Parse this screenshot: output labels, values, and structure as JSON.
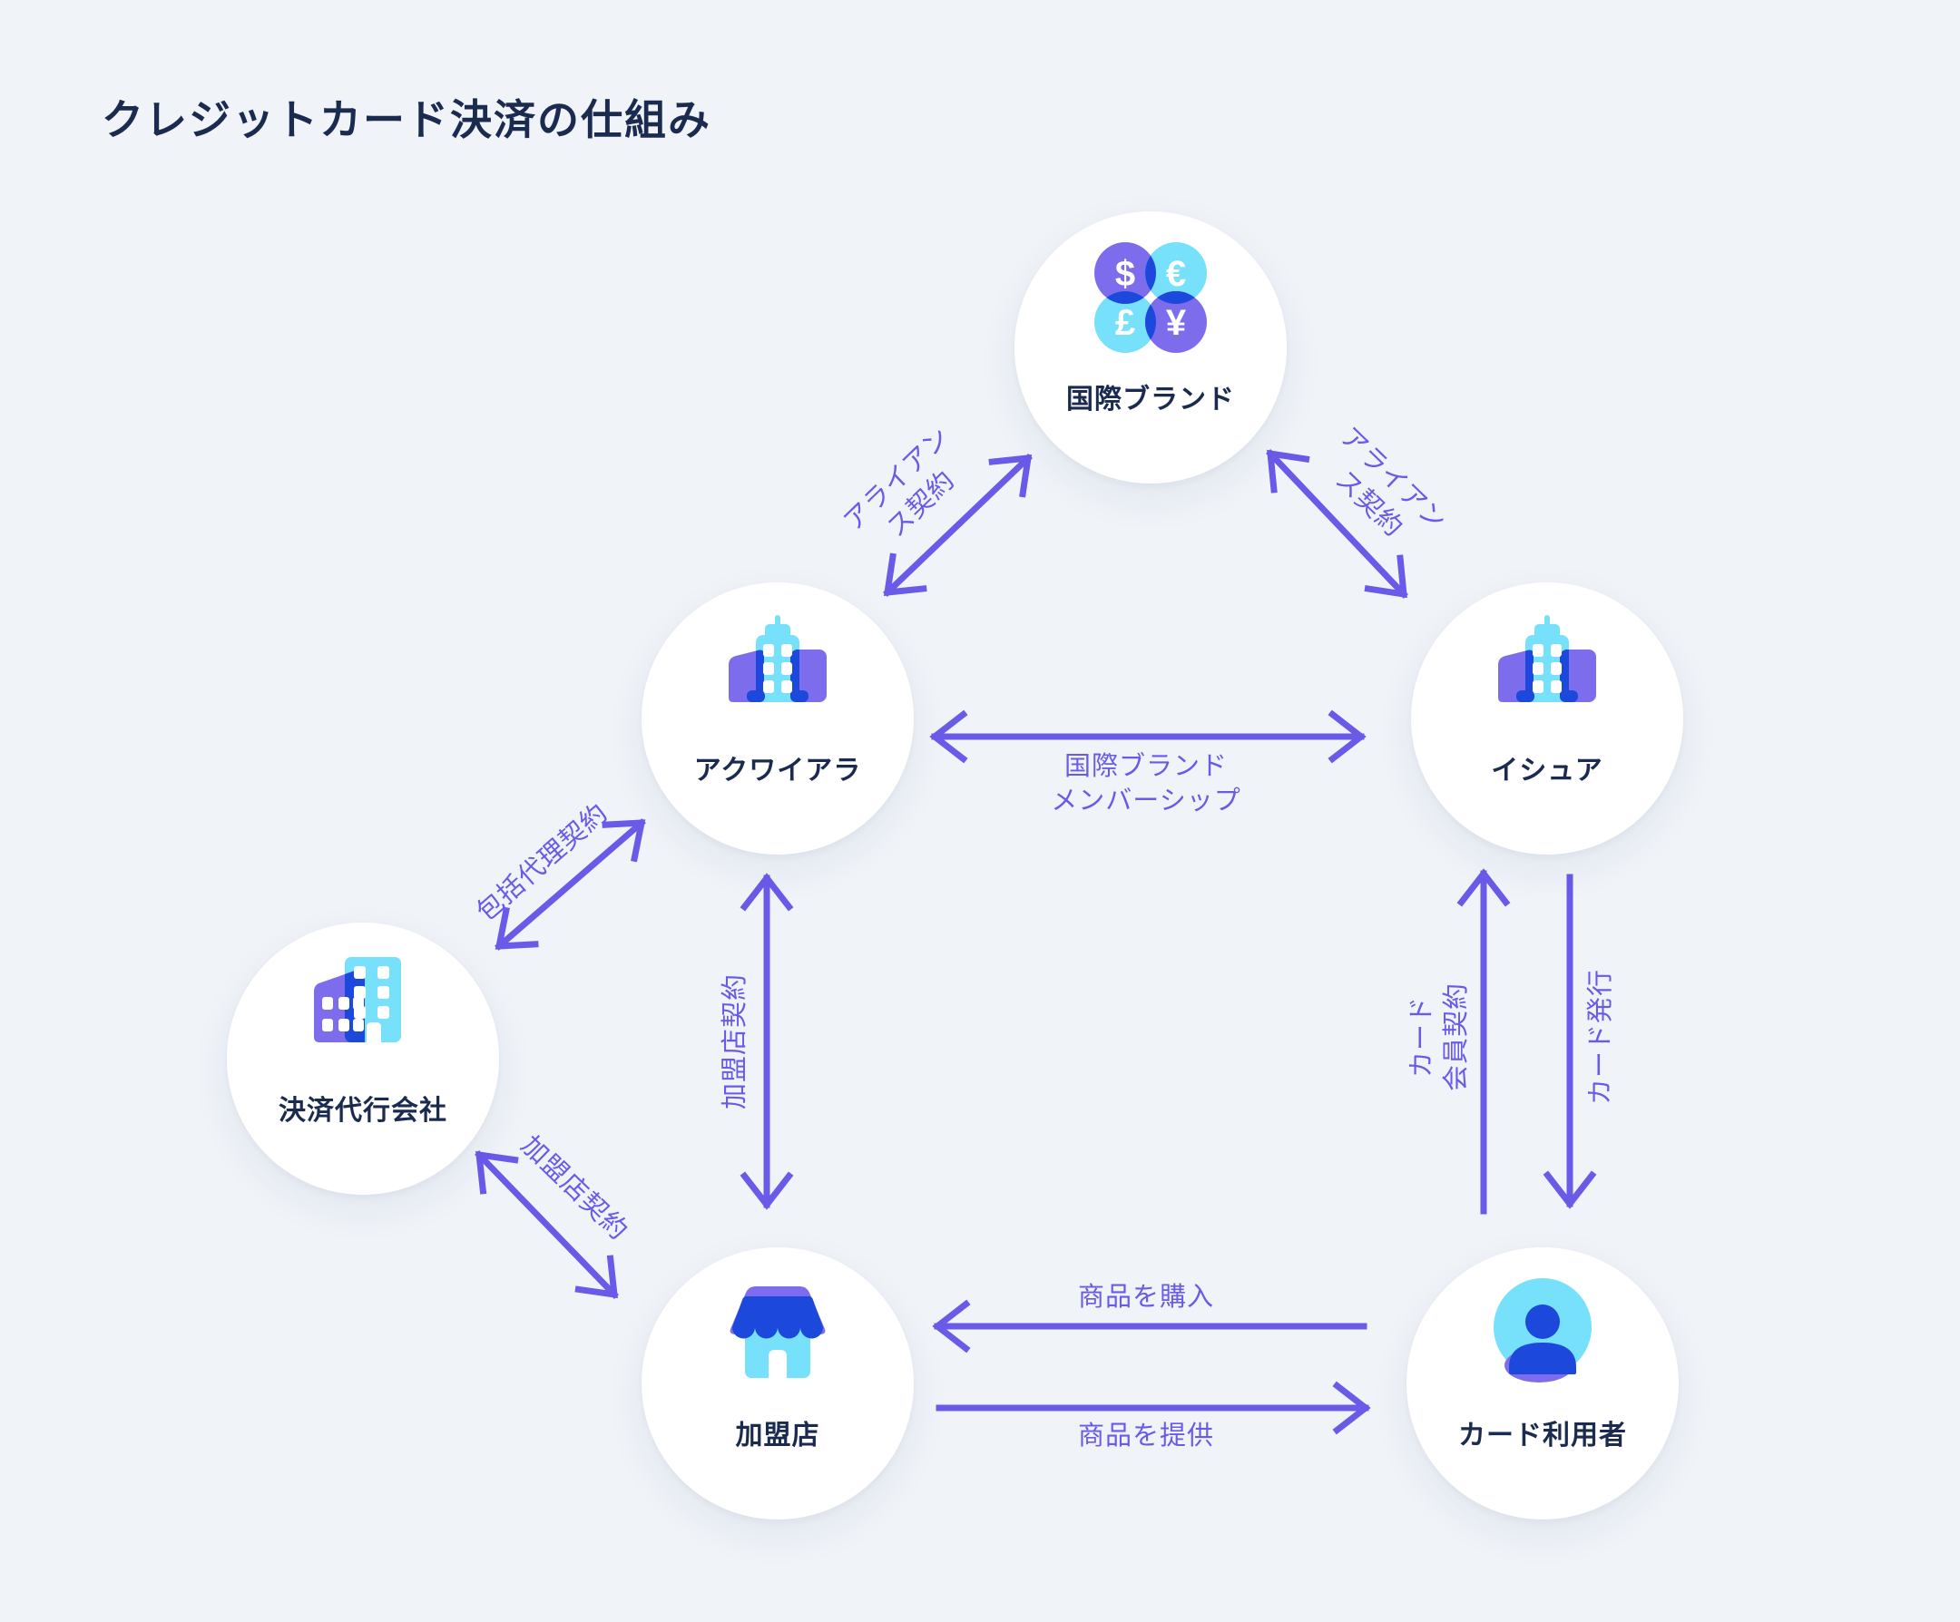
{
  "title": "クレジットカード決済の仕組み",
  "nodes": {
    "intl_brand": {
      "label": "国際ブランド",
      "icon": "currency-circles-icon"
    },
    "acquirer": {
      "label": "アクワイアラ",
      "icon": "office-tower-icon"
    },
    "issuer": {
      "label": "イシュア",
      "icon": "office-tower-icon"
    },
    "psp": {
      "label": "決済代行会社",
      "icon": "twin-buildings-icon"
    },
    "merchant": {
      "label": "加盟店",
      "icon": "storefront-icon"
    },
    "cardholder": {
      "label": "カード利用者",
      "icon": "person-icon"
    }
  },
  "edges": {
    "alliance_left": {
      "label": "アライアン\nス契約"
    },
    "alliance_right": {
      "label": "アライアン\nス契約"
    },
    "membership": {
      "label": "国際ブランド\nメンバーシップ"
    },
    "agency": {
      "label": "包括代理契約"
    },
    "merchant_contract_v": {
      "label": "加盟店契約"
    },
    "merchant_contract_d": {
      "label": "加盟店契約"
    },
    "card_member": {
      "label": "カード\n会員契約"
    },
    "card_issuance": {
      "label": "カード発行"
    },
    "purchase": {
      "label": "商品を購入"
    },
    "provide": {
      "label": "商品を提供"
    }
  },
  "currency": {
    "dollar": "$",
    "euro": "€",
    "pound": "£",
    "yen": "¥"
  },
  "colors": {
    "background": "#F0F4F9",
    "arrow": "#6A5AE8",
    "icon_purple": "#7D6DEC",
    "icon_cyan": "#77E0FA",
    "icon_deep_blue": "#1C48DB",
    "text_navy": "#1B2B50",
    "node_bg": "#FFFFFF"
  }
}
